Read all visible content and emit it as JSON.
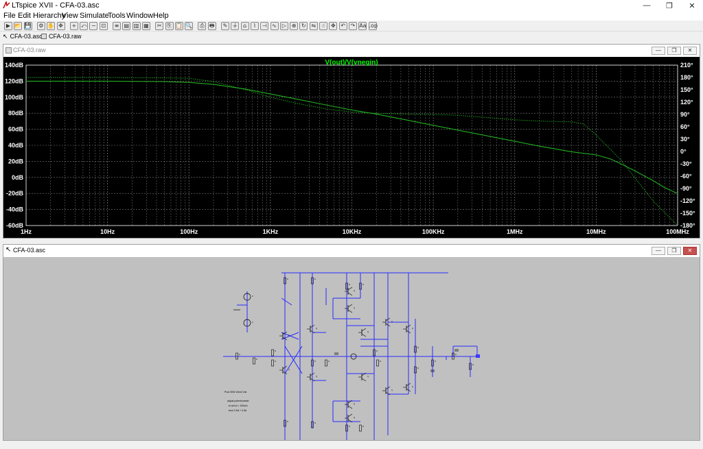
{
  "window": {
    "title": "LTspice XVII - CFA-03.asc",
    "minimize": "—",
    "restore": "❐",
    "close": "✕"
  },
  "menu": [
    "File",
    "Edit",
    "Hierarchy",
    "View",
    "Simulate",
    "Tools",
    "Window",
    "Help"
  ],
  "toolbar_icons": [
    "run-icon",
    "open-icon",
    "save-icon",
    "control-panel-icon",
    "halt-icon",
    "pan-icon",
    "zoom-in-icon",
    "zoom-back-icon",
    "zoom-out-icon",
    "zoom-fit-icon",
    "autorange-icon",
    "tile-horizontal-icon",
    "tile-vertical-icon",
    "cascade-icon",
    "cut-icon",
    "copy-icon",
    "paste-icon",
    "find-icon",
    "print-setup-icon",
    "print-icon",
    "draw-wire-icon",
    "ground-icon",
    "label-net-icon",
    "resistor-icon",
    "capacitor-icon",
    "inductor-icon",
    "diode-icon",
    "component-icon",
    "rotate-icon",
    "mirror-icon",
    "drag-icon",
    "move-icon",
    "undo-icon",
    "redo-icon",
    "text-icon",
    "spice-directive-icon"
  ],
  "tabs": [
    {
      "label": "CFA-03.asc",
      "icon": "schematic-tab-icon"
    },
    {
      "label": "CFA-03.raw",
      "icon": "waveform-tab-icon"
    }
  ],
  "plot_window": {
    "title": "CFA-03.raw",
    "trace_label": "V(out)/V(vnegin)",
    "colors": {
      "background": "#000000",
      "trace": "#22b022",
      "label": "#00ff00",
      "grid": "#808080",
      "axis": "#ffffff"
    }
  },
  "schematic_window": {
    "title": "CFA-03.asc",
    "notes": [
      "Pout 30W 10mA Vds",
      "adjust potentiometer",
      "to set Id = 100mA",
      "from 0.5A + 0.5A"
    ],
    "colors": {
      "background": "#c0c0c0",
      "wire": "#2a2aff",
      "component": "#000000"
    }
  },
  "chart_data": {
    "type": "line",
    "title": "V(out)/V(vnegin)",
    "xscale": "log",
    "xlim": [
      1,
      100000000
    ],
    "x_ticks": [
      "1Hz",
      "10Hz",
      "100Hz",
      "1KHz",
      "10KHz",
      "100KHz",
      "1MHz",
      "10MHz",
      "100MHz"
    ],
    "y_left_ticks": [
      "140dB",
      "120dB",
      "100dB",
      "80dB",
      "60dB",
      "40dB",
      "20dB",
      "0dB",
      "-20dB",
      "-40dB",
      "-60dB"
    ],
    "ylim_left": [
      -60,
      140
    ],
    "y_right_ticks": [
      "210°",
      "180°",
      "150°",
      "120°",
      "90°",
      "60°",
      "30°",
      "0°",
      "-30°",
      "-60°",
      "-90°",
      "-120°",
      "-150°",
      "-180°"
    ],
    "ylim_right": [
      -180,
      210
    ],
    "grid": true,
    "series": [
      {
        "name": "V(out)/V(vnegin)",
        "axis": "magnitude",
        "style": "solid",
        "x": [
          1,
          10,
          50,
          100,
          200,
          500,
          1000,
          2000,
          5000,
          10000,
          20000,
          50000,
          100000,
          200000,
          500000,
          1000000,
          2000000,
          5000000,
          10000000,
          15000000,
          20000000,
          30000000,
          50000000,
          70000000,
          100000000
        ],
        "y": [
          120,
          120,
          119.5,
          118.5,
          116,
          110,
          104,
          98,
          90,
          84,
          79,
          71,
          65,
          59,
          51,
          45,
          39,
          32,
          28,
          23,
          17,
          8,
          -4,
          -13,
          -20
        ]
      },
      {
        "name": "phase",
        "axis": "phase",
        "style": "dashed",
        "x": [
          1,
          10,
          50,
          100,
          200,
          500,
          1000,
          2000,
          5000,
          10000,
          20000,
          50000,
          100000,
          200000,
          500000,
          1000000,
          2000000,
          3000000,
          5000000,
          7000000,
          10000000,
          20000000,
          50000000,
          100000000
        ],
        "y": [
          180,
          180,
          179,
          178,
          170,
          150,
          132,
          118,
          103,
          96,
          93,
          91,
          90,
          88,
          82,
          77,
          74,
          73,
          72,
          67,
          40,
          -20,
          -120,
          -180
        ]
      }
    ]
  }
}
